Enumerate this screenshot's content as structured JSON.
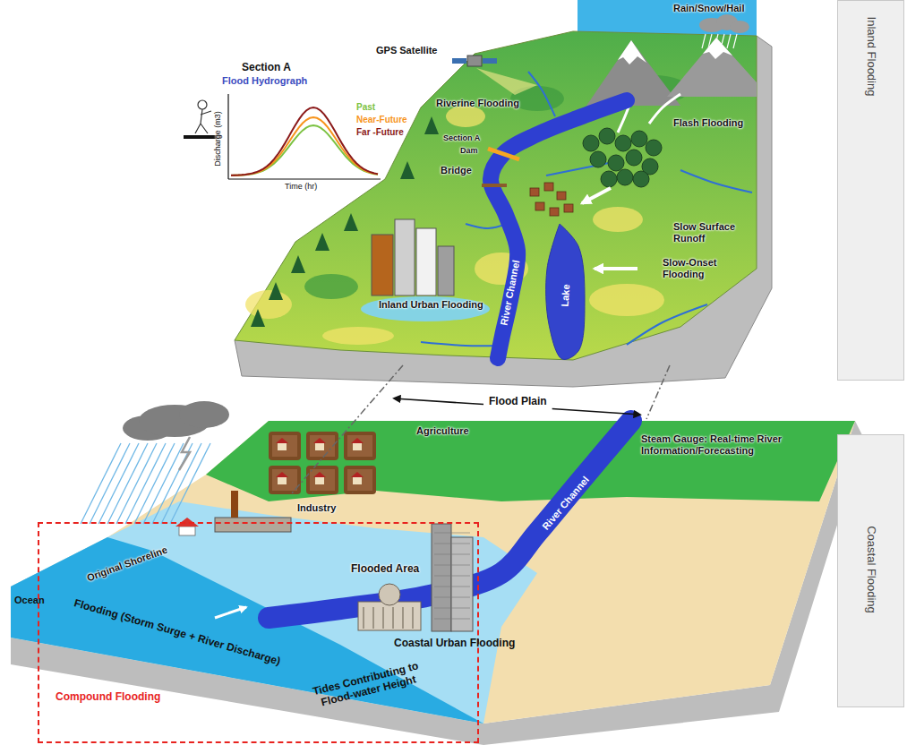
{
  "diagram": {
    "nodes": [
      {
        "text": [
          "Inland Flooding"
        ]
      },
      {
        "text": [
          "Coastal Flooding"
        ]
      },
      {
        "text": [
          "Compound Flooding"
        ]
      }
    ],
    "labels": [
      "Section A",
      "Flood Hydrograph",
      "Discharge (m3)",
      "Time (hr)",
      "Rain/Snow/Hail",
      "GPS Satellite",
      "Flash Flooding",
      "Riverine Flooding",
      "Section A",
      "Dam",
      "Bridge",
      "Slow Surface Runoff",
      "Slow-Onset Flooding",
      "Inland Urban Flooding",
      "River Channel",
      "Lake",
      "Flood Plain",
      "Agriculture",
      "Steam Gauge: Real-time River Information/Forecasting",
      "River Channel",
      "Industry",
      "Original Shoreline",
      "Flooded Area",
      "Ocean",
      "Flooding (Storm Surge + River Discharge)",
      "Coastal Urban Flooding",
      "Tides Contributing to Flood-water Height"
    ],
    "legend": [
      {
        "text": "Past",
        "color": "#7cc242"
      },
      {
        "text": "Near-Future",
        "color": "#f7941d"
      },
      {
        "text": "Far -Future",
        "color": "#8b1a1a"
      }
    ]
  }
}
